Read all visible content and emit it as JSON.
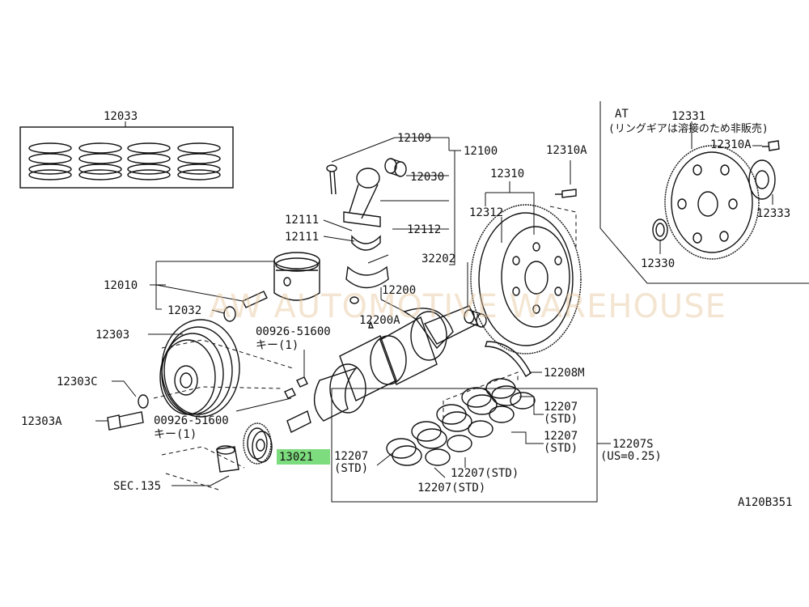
{
  "labels": {
    "p12033": "12033",
    "p12109": "12109",
    "p12100": "12100",
    "p12030": "12030",
    "p12310A": "12310A",
    "p12310": "12310",
    "p12312": "12312",
    "p12111a": "12111",
    "p12111b": "12111",
    "p12112": "12112",
    "p32202": "32202",
    "p12010": "12010",
    "p12032": "12032",
    "p12200": "12200",
    "p12200A": "12200A",
    "p12303": "12303",
    "p00926a": "00926-51600",
    "p00926a_sub": "キー(1)",
    "p12303C": "12303C",
    "p12208M": "12208M",
    "p12303A": "12303A",
    "p00926b": "00926-51600",
    "p00926b_sub": "キー(1)",
    "p12207a": "12207",
    "p12207a_sub": "(STD)",
    "p12207b": "12207",
    "p12207b_sub": "(STD)",
    "p12207S": "12207S",
    "p12207S_sub": "(US=0.25)",
    "p13021": "13021",
    "p12207c": "12207",
    "p12207c_sub": "(STD)",
    "p12207d": "12207(STD)",
    "p12207e": "12207(STD)",
    "sec135": "SEC.135",
    "at_title": "AT",
    "at_note": "(リングギアは溶接のため非販売)",
    "p12331": "12331",
    "p12310A_at": "12310A",
    "p12333": "12333",
    "p12330": "12330",
    "diagram_code": "A120B351",
    "watermark": "AW AUTOMOTIVE WAREHOUSE"
  },
  "colors": {
    "line": "#111111",
    "highlight": "#7ddc7d",
    "watermark": "#e6c79a"
  }
}
